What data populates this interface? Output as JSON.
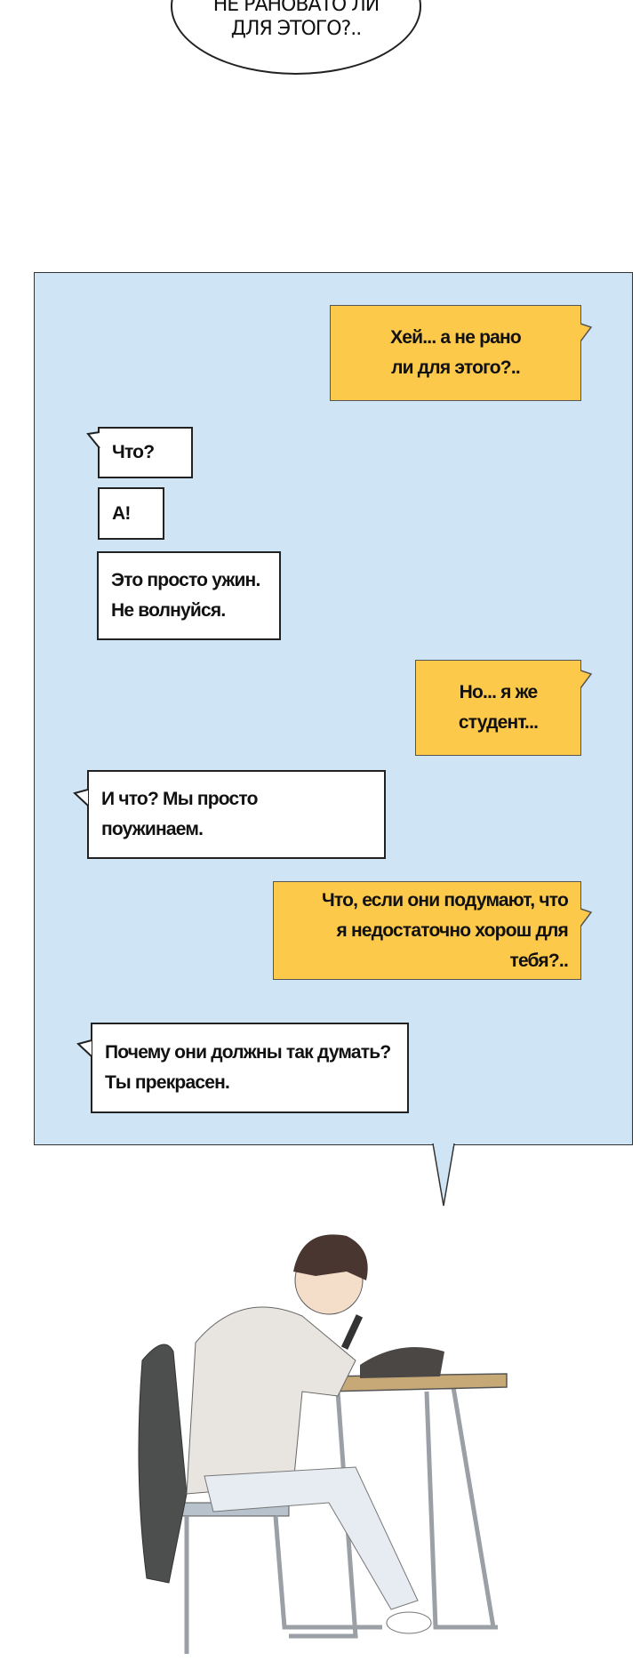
{
  "top_bubble": {
    "lines": [
      "НЕ РАНОВАТО ЛИ",
      "ДЛЯ ЭТОГО?.."
    ]
  },
  "chat": {
    "messages": [
      {
        "side": "out",
        "lines": [
          "Хей... а не рано",
          "ли для этого?.."
        ]
      },
      {
        "side": "in",
        "lines": [
          "Что?"
        ]
      },
      {
        "side": "in",
        "lines": [
          "А!"
        ]
      },
      {
        "side": "in",
        "lines": [
          "Это просто ужин.",
          "Не волнуйся."
        ]
      },
      {
        "side": "out",
        "lines": [
          "Но... я же",
          "студент..."
        ]
      },
      {
        "side": "in",
        "lines": [
          "И что? Мы просто",
          "поужинаем."
        ]
      },
      {
        "side": "out",
        "lines": [
          "Что, если они подумают, что",
          "я недостаточно хорош для тебя?.."
        ]
      },
      {
        "side": "in",
        "lines": [
          "Почему они должны так думать?",
          "Ты прекрасен."
        ]
      }
    ]
  },
  "colors": {
    "panel_bg": "#cfe5f5",
    "outgoing": "#fdc94a",
    "incoming": "#ffffff"
  }
}
